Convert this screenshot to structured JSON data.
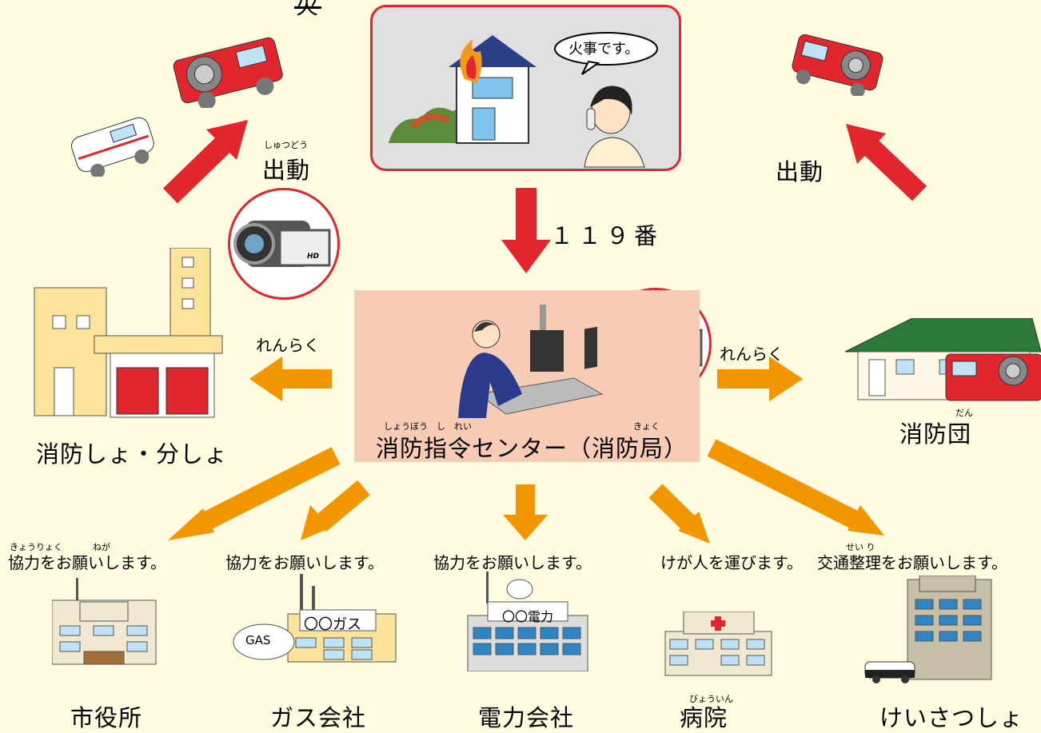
{
  "top_partial_glyph": "火",
  "scene": {
    "speech_bubble": "火事です。"
  },
  "call": {
    "number": "１１９番"
  },
  "dispatch_left": {
    "label": "出動",
    "ruby": "しゅつどう"
  },
  "dispatch_right": {
    "label": "出動"
  },
  "center": {
    "title": "消防指令センター（消防局）",
    "ruby_shobo_shirei": "しょうぼう　し　れい",
    "ruby_kyoku": "きょく"
  },
  "contact_left": "れんらく",
  "contact_right": "れんらく",
  "fire_station": {
    "label": "消防しょ・分しょ"
  },
  "fire_brigade": {
    "label": "消防団",
    "ruby": "だん"
  },
  "camera_badge": "HD",
  "organizations": [
    {
      "message": "協力をお願いします。",
      "msg_ruby_1": "きょうりょく",
      "msg_ruby_2": "ねが",
      "name": "市役所"
    },
    {
      "message": "協力をお願いします。",
      "name": "ガス会社",
      "sign": "〇〇ガス",
      "tank": "GAS"
    },
    {
      "message": "協力をお願いします。",
      "name": "電力会社",
      "sign": "〇〇電力"
    },
    {
      "message": "けが人を運びます。",
      "name": "病院",
      "name_ruby": "びょういん"
    },
    {
      "message": "交通整理をお願いします。",
      "msg_ruby": "せい り",
      "name": "けいさつしょ"
    }
  ],
  "colors": {
    "red_arrow": "#e2262d",
    "orange_arrow": "#f29600",
    "center_bg": "#f8cbb5",
    "page_bg": "#fffbe0"
  }
}
